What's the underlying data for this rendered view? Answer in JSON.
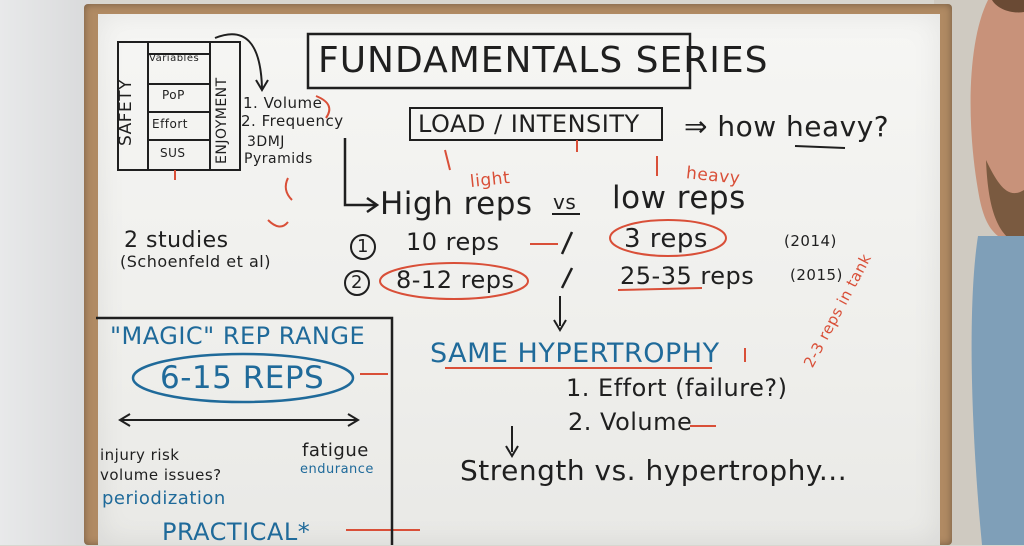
{
  "board": {
    "title": "FUNDAMENTALS SERIES",
    "safety": "SAFETY",
    "enjoyment": "ENJOYMENT",
    "pyramid": [
      "Variables",
      "PoP",
      "Effort",
      "SUS"
    ],
    "list_volume": "1. Volume",
    "list_frequency": "2. Frequency",
    "list_3dmj": "3DMJ",
    "list_pyramids": "Pyramids",
    "load_intensity": "LOAD / INTENSITY",
    "how_heavy": "⇒ how heavy?",
    "light": "light",
    "heavy": "heavy",
    "high_reps": "High reps",
    "vs": "vs",
    "low_reps": "low reps",
    "two_studies": "2 studies",
    "schoenfeld": "(Schoenfeld et al)",
    "study1_num": "1",
    "study1_high": "10 reps",
    "study1_low": "3 reps",
    "study1_year": "(2014)",
    "study2_num": "2",
    "study2_high": "8-12 reps",
    "study2_low": "25-35 reps",
    "study2_year": "(2015)",
    "same_hypertrophy": "SAME HYPERTROPHY",
    "effort": "1. Effort (failure?)",
    "volume": "2. Volume",
    "side_note": "2-3 reps in tank",
    "strength_vs": "Strength vs. hypertrophy...",
    "magic": "\"MAGIC\" REP RANGE",
    "magic_reps": "6-15 REPS",
    "injury_risk": "injury risk",
    "volume_issues": "volume issues?",
    "fatigue": "fatigue",
    "endurance": "endurance",
    "periodization": "periodization",
    "practical": "PRACTICAL*"
  },
  "colors": {
    "black_ink": "#1f1f1f",
    "blue_ink": "#1f6a9a",
    "red_ink": "#d94f38",
    "frame": "#b08a63"
  }
}
